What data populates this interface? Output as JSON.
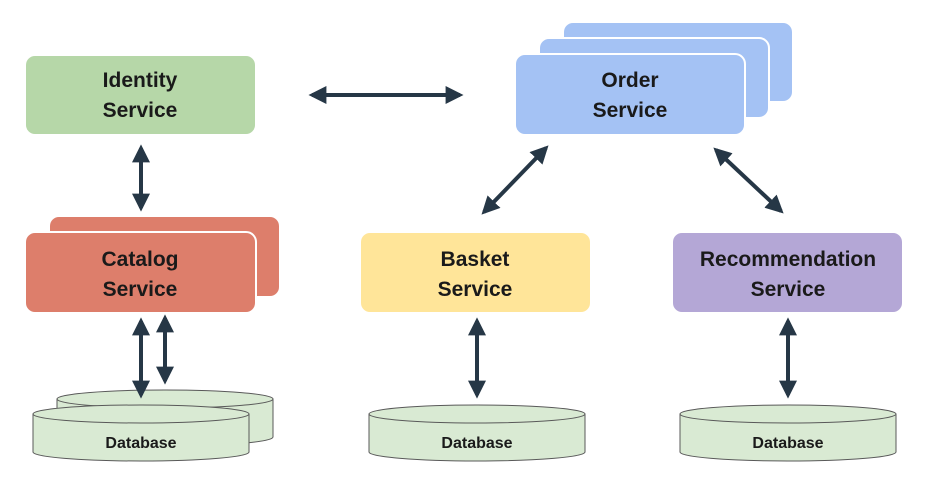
{
  "services": {
    "identity": {
      "line1": "Identity",
      "line2": "Service",
      "color": "#b6d7a8"
    },
    "order": {
      "line1": "Order",
      "line2": "Service",
      "color": "#a4c2f4"
    },
    "catalog": {
      "line1": "Catalog",
      "line2": "Service",
      "color": "#dd7e6b"
    },
    "basket": {
      "line1": "Basket",
      "line2": "Service",
      "color": "#ffe599"
    },
    "recommendation": {
      "line1": "Recommendation",
      "line2": "Service",
      "color": "#b4a7d6"
    }
  },
  "databases": {
    "catalog": {
      "label": "Database"
    },
    "basket": {
      "label": "Database"
    },
    "recommendation": {
      "label": "Database"
    }
  },
  "colors": {
    "database_fill": "#d9ead3",
    "stroke": "#595959",
    "arrow": "#263746",
    "text": "#1a1a1a"
  }
}
